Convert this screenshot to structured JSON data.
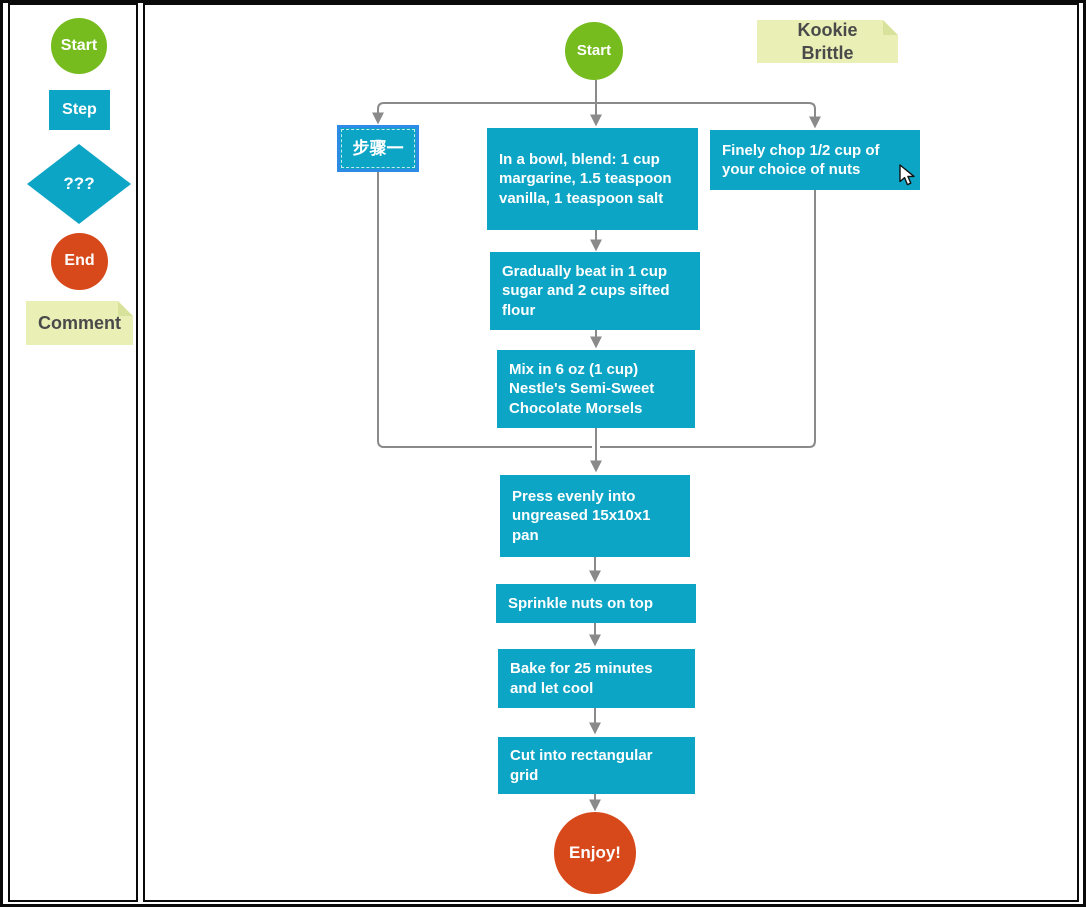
{
  "palette": {
    "start": "Start",
    "step": "Step",
    "decision": "???",
    "end": "End",
    "comment": "Comment"
  },
  "diagram": {
    "title_comment": "Kookie Brittle",
    "start": "Start",
    "step_one": "步骤一",
    "blend": "In a bowl, blend: 1 cup margarine, 1.5 teaspoon vanilla, 1 teaspoon salt",
    "chop": "Finely chop 1/2 cup of your choice of nuts",
    "beat": "Gradually beat in 1 cup sugar and 2 cups sifted flour",
    "mix": "Mix in 6 oz (1 cup) Nestle's Semi-Sweet Chocolate Morsels",
    "press": "Press evenly into ungreased 15x10x1 pan",
    "sprinkle": "Sprinkle nuts on top",
    "bake": "Bake for 25 minutes and let cool",
    "cut": "Cut into rectangular grid",
    "end": "Enjoy!",
    "selected_node": "step_one",
    "edges": [
      {
        "from": "start",
        "to": "step_one"
      },
      {
        "from": "start",
        "to": "blend"
      },
      {
        "from": "start",
        "to": "chop"
      },
      {
        "from": "blend",
        "to": "beat"
      },
      {
        "from": "beat",
        "to": "mix"
      },
      {
        "from": "step_one",
        "to": "press"
      },
      {
        "from": "mix",
        "to": "press"
      },
      {
        "from": "chop",
        "to": "press"
      },
      {
        "from": "press",
        "to": "sprinkle"
      },
      {
        "from": "sprinkle",
        "to": "bake"
      },
      {
        "from": "bake",
        "to": "cut"
      },
      {
        "from": "cut",
        "to": "end"
      }
    ]
  },
  "colors": {
    "green": "#76BC1F",
    "teal": "#0DA5C5",
    "red": "#D7481A",
    "comment-bg": "#E9EFB5",
    "comment-fold": "#D9E29B",
    "comment-text": "#4A4A4A",
    "select-blue": "#2E8BE5",
    "edge": "#8A8A8A"
  },
  "cursor": {
    "type": "arrow-pointer"
  }
}
